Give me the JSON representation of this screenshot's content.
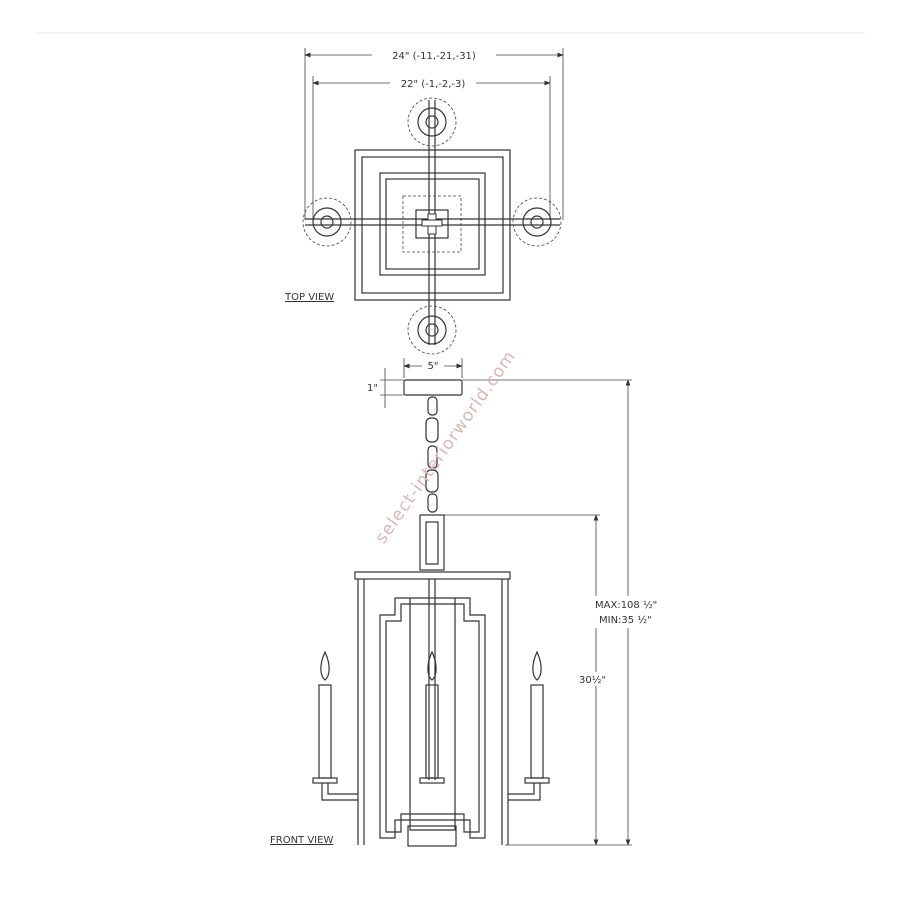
{
  "drawing": {
    "top_view_label": "TOP VIEW",
    "front_view_label": "FRONT VIEW",
    "dimensions": {
      "overall_width": "24\" (-11,-21,-31)",
      "inner_width": "22\" (-1,-2,-3)",
      "canopy_width": "5\"",
      "canopy_height": "1\"",
      "max_height": "MAX:108 ½\"",
      "min_height": "MIN:35 ½\"",
      "body_height": "30½\""
    },
    "watermark": "select-interiorworld.com"
  }
}
